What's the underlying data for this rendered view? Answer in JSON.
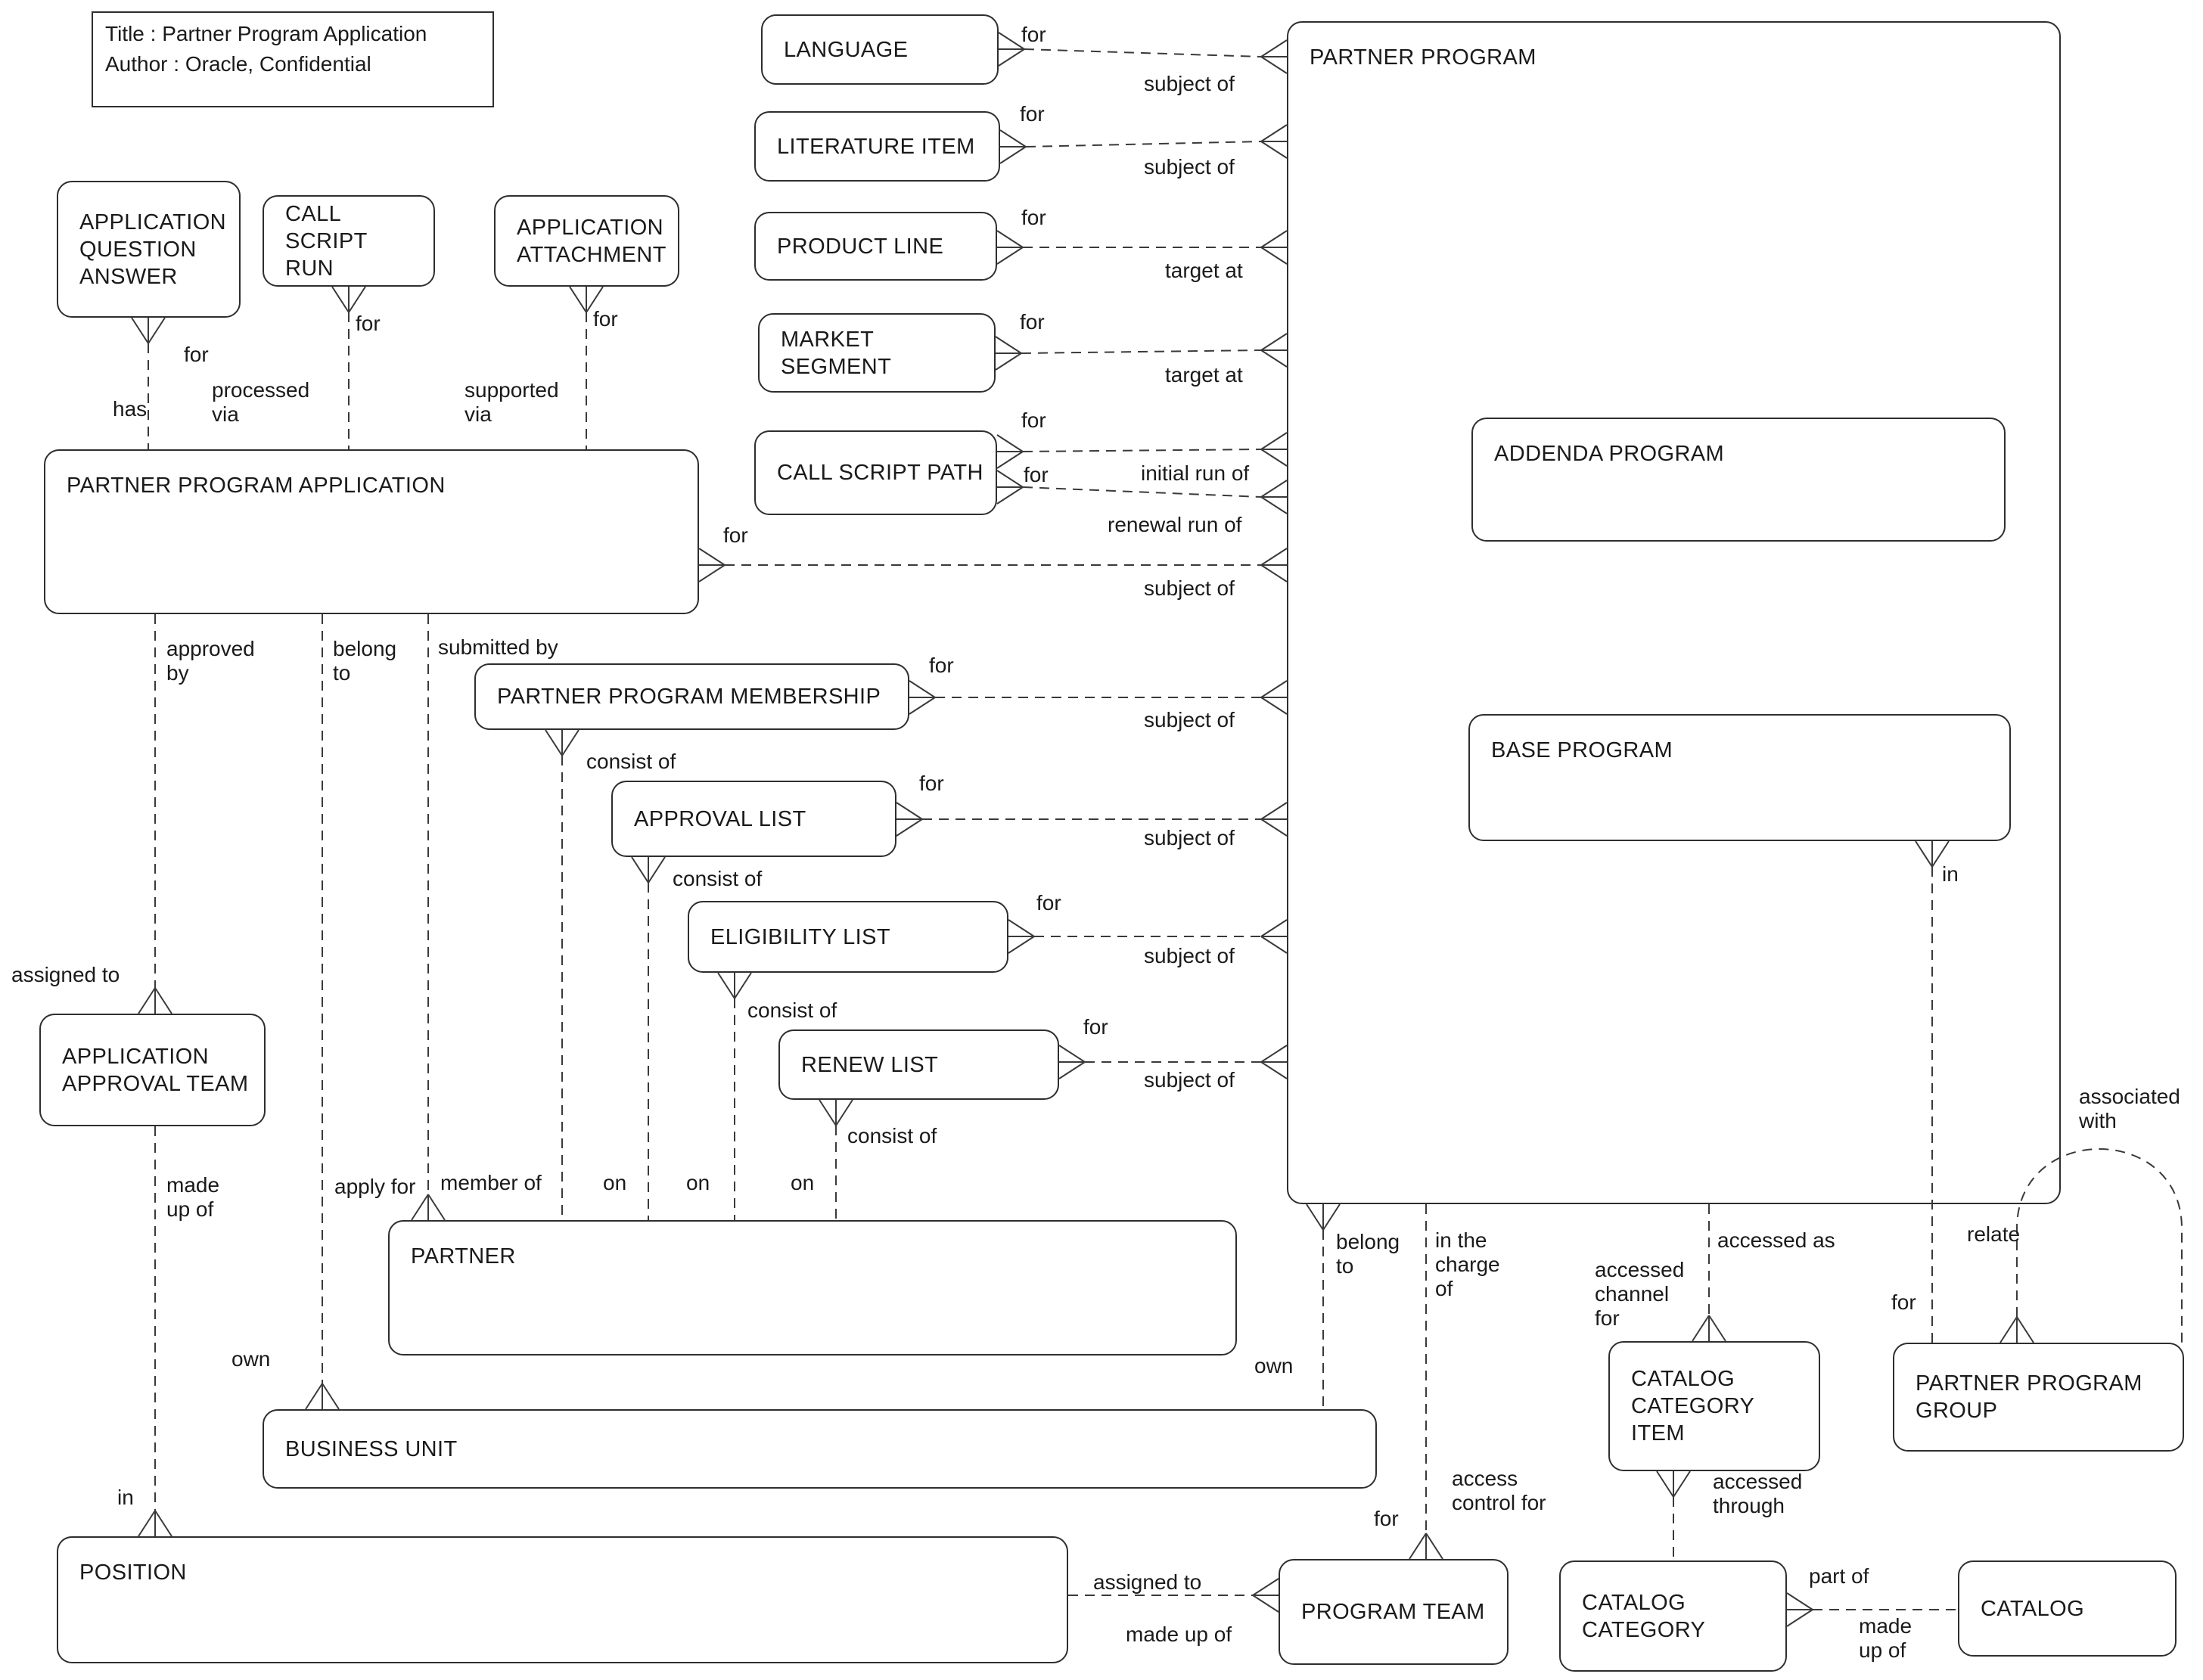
{
  "title_box": {
    "line1": "Title : Partner Program Application",
    "line2": "Author : Oracle, Confidential"
  },
  "entities": {
    "application_question_answer": "APPLICATION QUESTION ANSWER",
    "call_script_run": "CALL SCRIPT RUN",
    "application_attachment": "APPLICATION ATTACHMENT",
    "language": "LANGUAGE",
    "literature_item": "LITERATURE ITEM",
    "product_line": "PRODUCT LINE",
    "market_segment": "MARKET SEGMENT",
    "call_script_path": "CALL SCRIPT PATH",
    "partner_program": "PARTNER PROGRAM",
    "addenda_program": "ADDENDA PROGRAM",
    "base_program": "BASE PROGRAM",
    "partner_program_application": "PARTNER PROGRAM APPLICATION",
    "partner_program_membership": "PARTNER PROGRAM MEMBERSHIP",
    "approval_list": "APPROVAL LIST",
    "eligibility_list": "ELIGIBILITY LIST",
    "renew_list": "RENEW LIST",
    "application_approval_team": "APPLICATION APPROVAL TEAM",
    "partner": "PARTNER",
    "business_unit": "BUSINESS UNIT",
    "position": "POSITION",
    "program_team": "PROGRAM TEAM",
    "catalog_category_item": "CATALOG CATEGORY ITEM",
    "catalog_category": "CATALOG CATEGORY",
    "catalog": "CATALOG",
    "partner_program_group": "PARTNER PROGRAM GROUP"
  },
  "labels": {
    "lang_for": "for",
    "lang_subject": "subject of",
    "lit_for": "for",
    "lit_subject": "subject of",
    "prod_for": "for",
    "prod_target": "target at",
    "mkt_for": "for",
    "mkt_target": "target at",
    "csp_for1": "for",
    "csp_initial": "initial run of",
    "csp_for2": "for",
    "csp_renewal": "renewal run of",
    "ppa_for": "for",
    "ppa_subject": "subject of",
    "ppm_for": "for",
    "ppm_subject": "subject of",
    "apl_for": "for",
    "apl_subject": "subject of",
    "elig_for": "for",
    "elig_subject": "subject of",
    "renew_for": "for",
    "renew_subject": "subject of",
    "has": "has",
    "aqa_for": "for",
    "processed_via": "processed\nvia",
    "csr_for": "for",
    "supported_via": "supported\nvia",
    "aat_for": "for",
    "approved_by": "approved\nby",
    "belong_to": "belong\nto",
    "submitted_by": "submitted by",
    "assigned_to": "assigned to",
    "made_up_of_team": "made\nup of",
    "apply_for": "apply for",
    "member_of": "member of",
    "on1": "on",
    "on2": "on",
    "on3": "on",
    "consist_of_1": "consist of",
    "consist_of_2": "consist of",
    "consist_of_3": "consist of",
    "consist_of_4": "consist of",
    "own_left": "own",
    "in_position": "in",
    "own_right": "own",
    "belong_to_right": "belong\nto",
    "in_the_charge_of": "in the\ncharge\nof",
    "access_control_for": "access\ncontrol for",
    "for_team": "for",
    "assigned_to_right": "assigned to",
    "made_up_of_right": "made up of",
    "accessed_channel_for": "accessed\nchannel\nfor",
    "accessed_as": "accessed as",
    "accessed_through": "accessed\nthrough",
    "part_of": "part of",
    "made_up_of_catalog": "made\nup of",
    "in_group": "in",
    "for_group": "for",
    "relate": "relate",
    "associated_with": "associated\nwith"
  }
}
